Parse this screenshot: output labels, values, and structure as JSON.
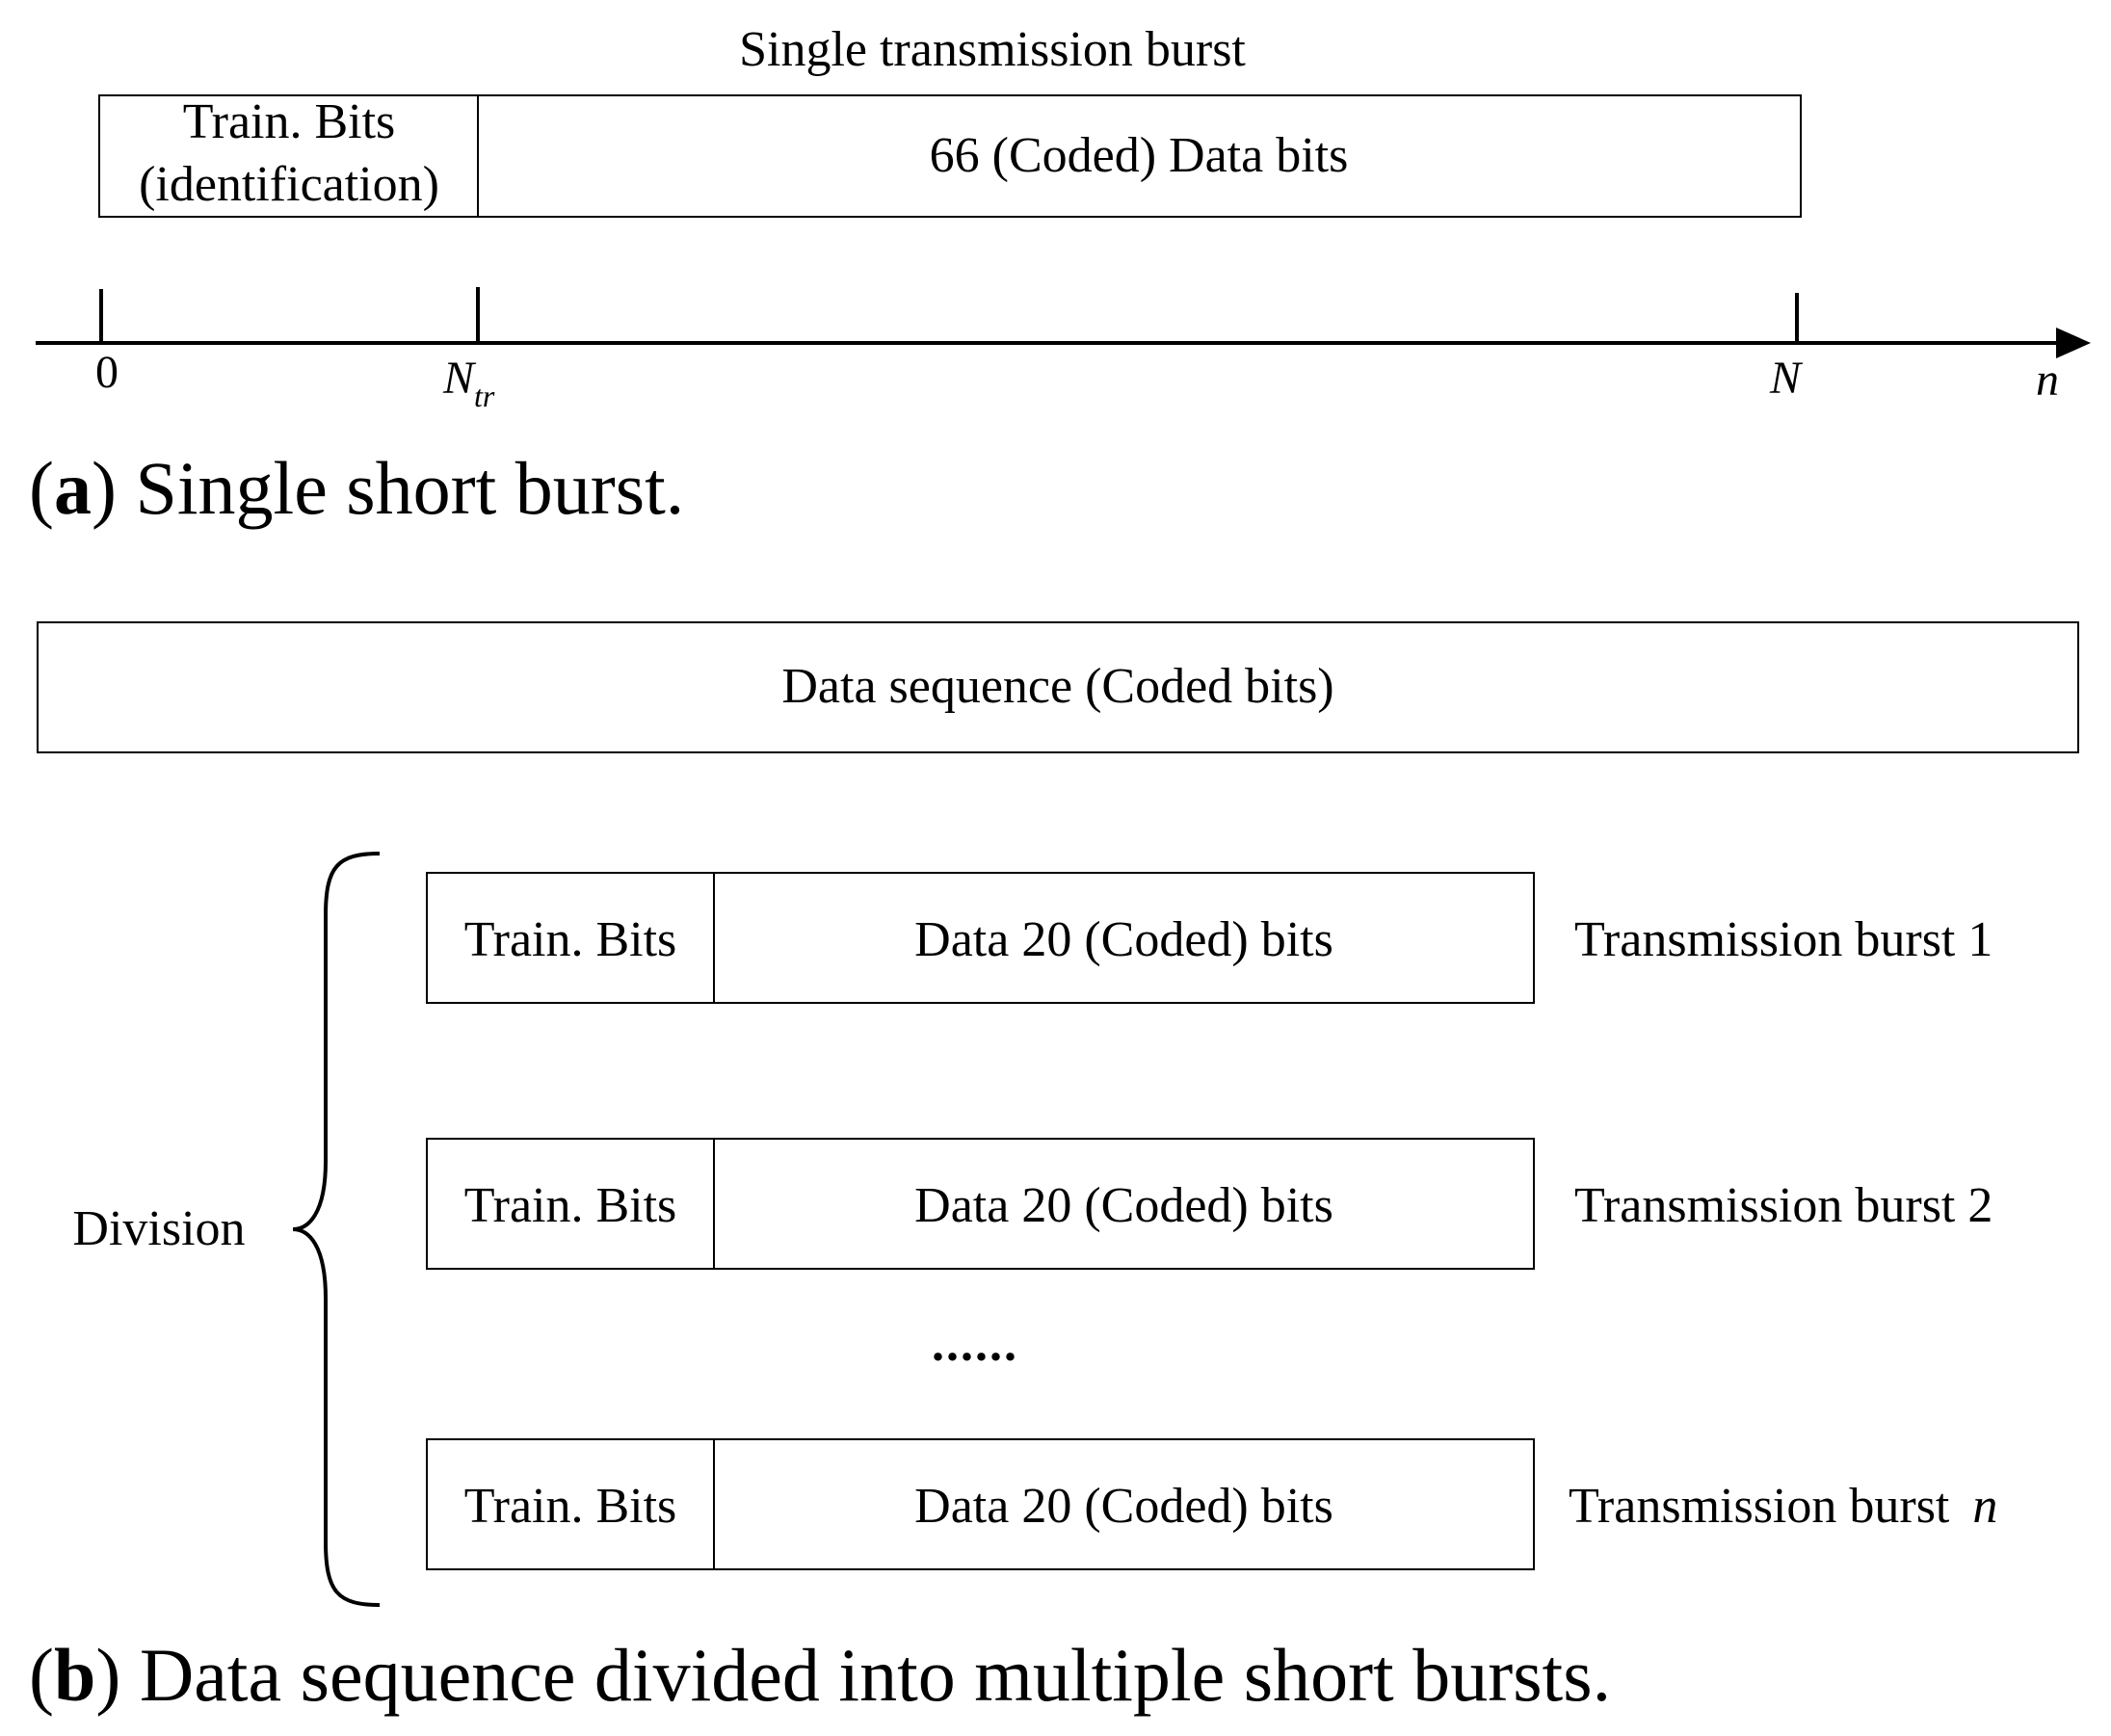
{
  "panel_a": {
    "header": "Single transmission burst",
    "train_line1": "Train. Bits",
    "train_line2": "(identification)",
    "data_label": "66 (Coded) Data bits",
    "axis": {
      "tick_0": "0",
      "tick_ntr_main": "N",
      "tick_ntr_sub": "tr",
      "tick_n": "N",
      "axis_label": "n"
    },
    "caption_letter": "a",
    "caption_text": "Single short burst."
  },
  "panel_b": {
    "sequence_label": "Data sequence  (Coded bits)",
    "division_label": "Division",
    "bursts": [
      {
        "train": "Train. Bits",
        "data": "Data 20 (Coded) bits",
        "name": "Transmission burst 1",
        "name_italic": ""
      },
      {
        "train": "Train. Bits",
        "data": "Data 20 (Coded) bits",
        "name": "Transmission burst 2",
        "name_italic": ""
      },
      {
        "train": "Train. Bits",
        "data": "Data 20 (Coded) bits",
        "name": "Transmission burst",
        "name_italic": "n"
      }
    ],
    "ellipsis": "......",
    "caption_letter": "b",
    "caption_text": "Data sequence divided into multiple short bursts."
  },
  "colors": {
    "stroke": "#000000",
    "background": "#ffffff"
  }
}
